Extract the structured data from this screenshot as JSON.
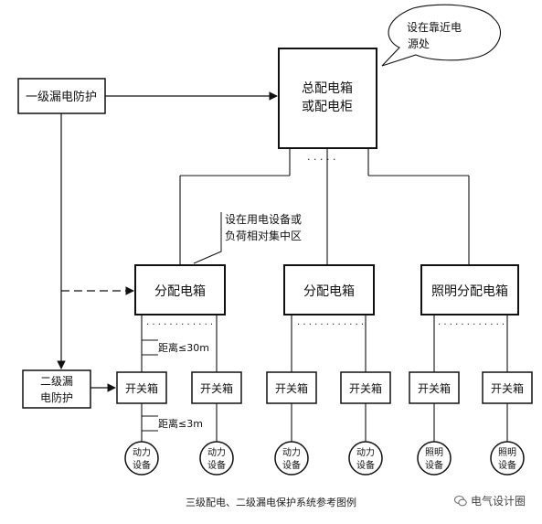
{
  "callout_top": [
    "设在靠近电",
    "源处"
  ],
  "main_box": [
    "总配电箱",
    "或配电柜"
  ],
  "level1": "一级漏电防护",
  "level2": [
    "二级漏",
    "电防护"
  ],
  "callout_mid": [
    "设在用电设备或",
    "负荷相对集中区"
  ],
  "sub_boxes": [
    "分配电箱",
    "分配电箱",
    "照明分配电箱"
  ],
  "dots": "· · · · ·",
  "dots_long": "· · · · · · · · · · · ·",
  "switch_label": "开关箱",
  "dist1": "距离≤30m",
  "dist2": "距离≤3m",
  "loads": [
    [
      "动力",
      "设备"
    ],
    [
      "动力",
      "设备"
    ],
    [
      "动力",
      "设备"
    ],
    [
      "动力",
      "设备"
    ],
    [
      "照明",
      "设备"
    ],
    [
      "照明",
      "设备"
    ]
  ],
  "caption": "三级配电、二级漏电保护系统参考图例",
  "watermark": "电气设计圈",
  "watermark_icon": "wechat-icon"
}
